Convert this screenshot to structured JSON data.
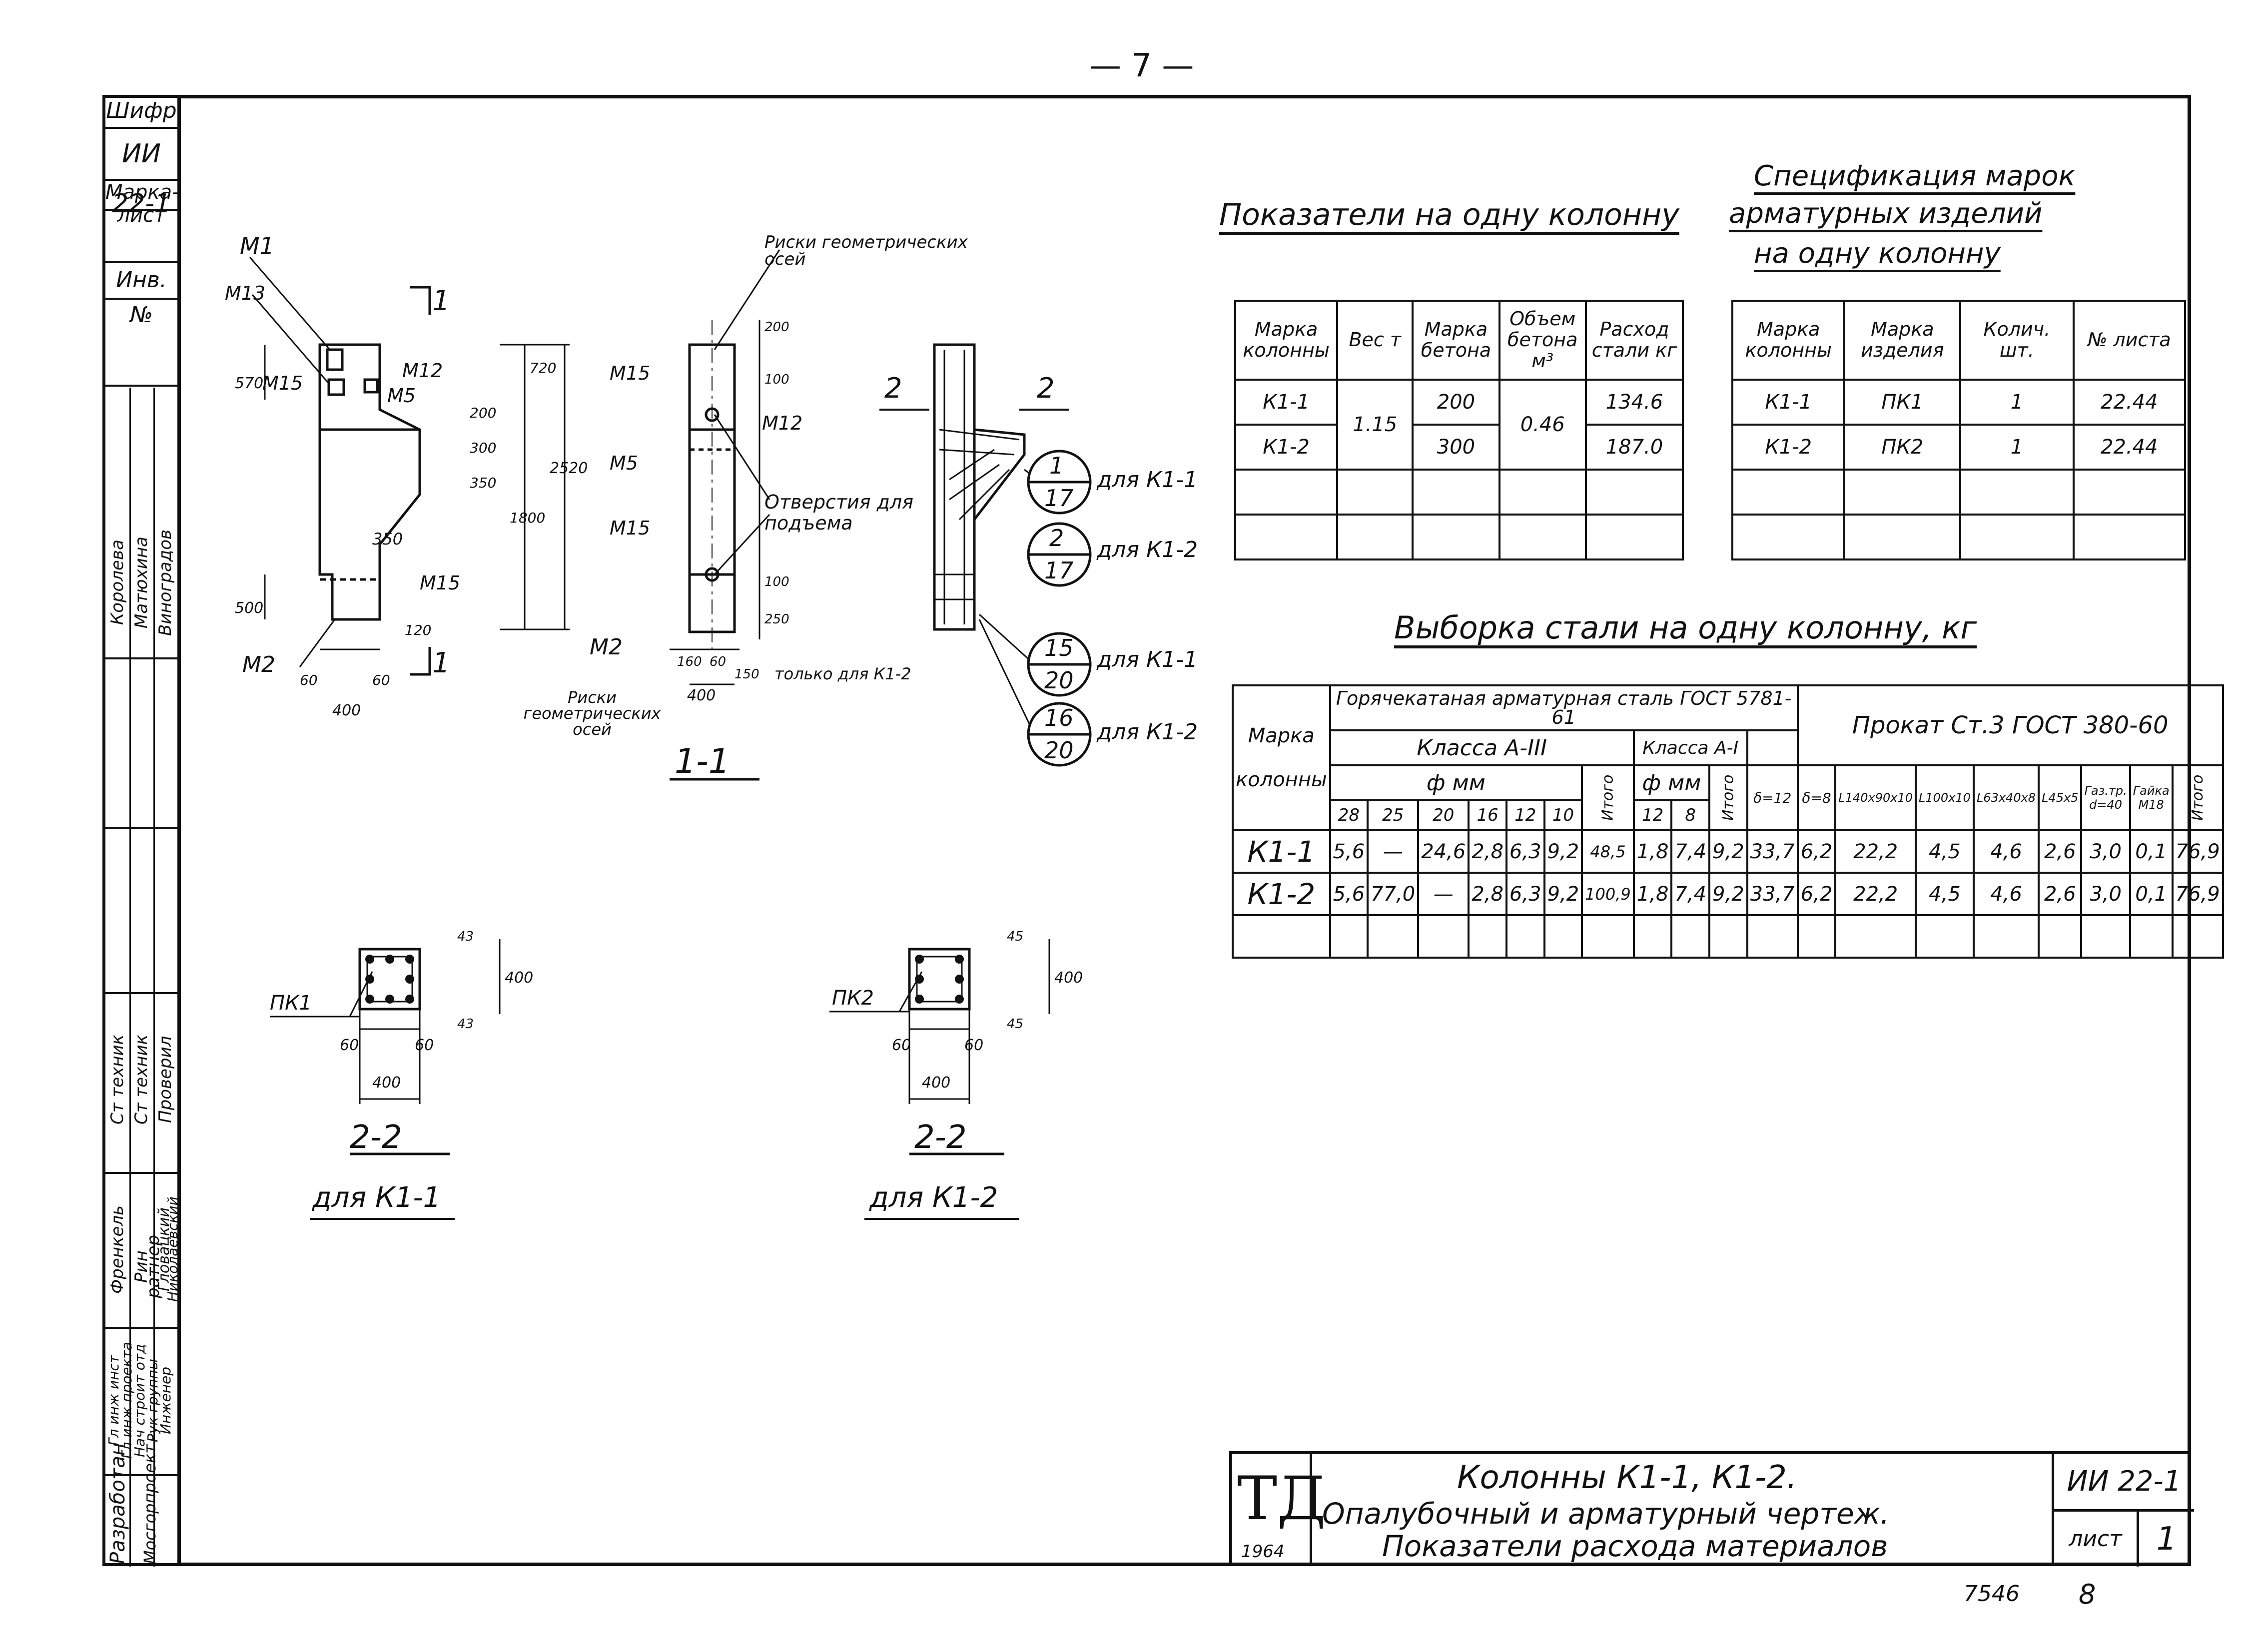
{
  "page_number": "— 7 —",
  "side_stamp": {
    "shifr_label": "Шифр",
    "shifr_value": "ИИ 22-1",
    "marka_list_label": "Марка-лист",
    "inv_label": "Инв.№",
    "names_top": [
      "Королева",
      "Матюхина",
      "Виноградов"
    ],
    "roles_mid": [
      "Ст техник",
      "Ст техник",
      "Проверил"
    ],
    "names_mid": [
      "Френкель",
      "Рин",
      "ратнер",
      "Гловацкий",
      "Николаевский"
    ],
    "roles_bottom": [
      "Гл инж инст",
      "Гл инж проекта",
      "Нач строит отд",
      "Рук группы",
      "Инженер"
    ],
    "org_left": "Разработан",
    "org_right": "Мосгорпроект."
  },
  "drawing": {
    "elevation_labels": [
      "М1",
      "М13",
      "М15",
      "М12",
      "М5",
      "М15",
      "М2",
      "350",
      "570",
      "500",
      "60",
      "60",
      "400",
      "720",
      "2520",
      "1800",
      "350",
      "300",
      "200",
      "120",
      "1"
    ],
    "side_labels": [
      "Риски геометрических осей",
      "М15",
      "М5",
      "М12",
      "М15",
      "Отверстия для подъема",
      "М2",
      "Риски геометрических осей",
      "только для К1-2",
      "160",
      "60",
      "400",
      "200",
      "100",
      "100",
      "250",
      "150"
    ],
    "section_title": "1-1",
    "section_marks": [
      "2",
      "2"
    ],
    "callouts": [
      {
        "top": "1",
        "bottom": "17",
        "label": "для К1-1"
      },
      {
        "top": "2",
        "bottom": "17",
        "label": "для К1-2"
      },
      {
        "top": "15",
        "bottom": "20",
        "label": "для К1-1"
      },
      {
        "top": "16",
        "bottom": "20",
        "label": "для К1-2"
      }
    ],
    "cross_section_1": {
      "mark": "ПК1",
      "dims": [
        "60",
        "60",
        "400",
        "43",
        "400",
        "43"
      ],
      "title": "2-2",
      "subtitle": "для К1-1"
    },
    "cross_section_2": {
      "mark": "ПК2",
      "dims": [
        "60",
        "60",
        "400",
        "45",
        "400",
        "45"
      ],
      "title": "2-2",
      "subtitle": "для К1-2"
    }
  },
  "indicators": {
    "title": "Показатели на одну колонну",
    "headers": [
      "Марка колонны",
      "Вес т",
      "Марка бетона",
      "Объем бетона м³",
      "Расход стали кг"
    ],
    "rows": [
      [
        "К1-1",
        "",
        "200",
        "",
        "134.6"
      ],
      [
        "К1-2",
        "1.15",
        "300",
        "0.46",
        "187.0"
      ]
    ]
  },
  "specification": {
    "title_lines": [
      "Спецификация марок",
      "арматурных изделий",
      "на одну колонну"
    ],
    "headers": [
      "Марка колонны",
      "Марка изделия",
      "Колич. шт.",
      "№ листа"
    ],
    "rows": [
      [
        "К1-1",
        "ПК1",
        "1",
        "22.44"
      ],
      [
        "К1-2",
        "ПК2",
        "1",
        "22.44"
      ]
    ]
  },
  "steel": {
    "title": "Выборка стали на одну колонну, кг",
    "h_marka": "Марка колонны",
    "h_hot": "Горячекатаная арматурная сталь ГОСТ 5781-61",
    "h_class3": "Класса А-III",
    "h_class1": "Класса А-I",
    "h_phi": "ф мм",
    "h_itogo": "Итого",
    "h_prokat": "Прокат Ст.3 ГОСТ 380-60",
    "cols_a3": [
      "28",
      "25",
      "20",
      "16",
      "12",
      "10"
    ],
    "cols_a1": [
      "12",
      "8"
    ],
    "cols_prokat": [
      "δ=12",
      "δ=8",
      "L140x90x10",
      "L100x10",
      "L63x40x8",
      "L45x5",
      "Газ.тр. d=40",
      "Гайка М18"
    ],
    "rows": [
      [
        "К1-1",
        "5,6",
        "—",
        "24,6",
        "2,8",
        "6,3",
        "9,2",
        "48,5",
        "1,8",
        "7,4",
        "9,2",
        "33,7",
        "6,2",
        "22,2",
        "4,5",
        "4,6",
        "2,6",
        "3,0",
        "0,1",
        "76,9"
      ],
      [
        "К1-2",
        "5,6",
        "77,0",
        "—",
        "2,8",
        "6,3",
        "9,2",
        "100,9",
        "1,8",
        "7,4",
        "9,2",
        "33,7",
        "6,2",
        "22,2",
        "4,5",
        "4,6",
        "2,6",
        "3,0",
        "0,1",
        "76,9"
      ]
    ]
  },
  "title_block": {
    "logo": "ТД",
    "year": "1964",
    "line1": "Колонны К1-1, К1-2.",
    "line2": "Опалубочный и арматурный чертеж.",
    "line3": "Показатели расхода материалов",
    "code": "ИИ 22-1",
    "sheet_label": "лист",
    "sheet_no": "1"
  },
  "footer": {
    "num1": "7546",
    "num2": "8"
  }
}
